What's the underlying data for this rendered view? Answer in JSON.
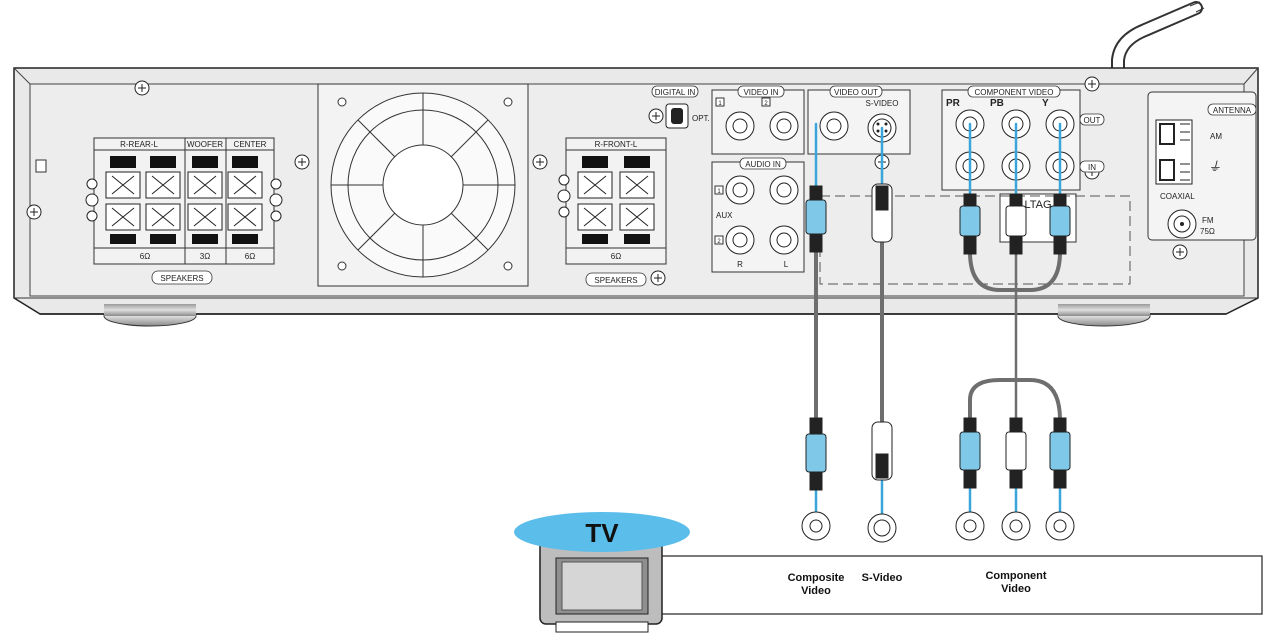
{
  "tv": {
    "label": "TV"
  },
  "connection_labels": {
    "composite": "Composite\nVideo",
    "svideo": "S-Video",
    "component": "Component\nVideo"
  },
  "panel": {
    "speakers": {
      "rear": "R-REAR-L",
      "woofer": "WOOFER",
      "center": "CENTER",
      "front": "R-FRONT-L",
      "section": "SPEAKERS",
      "imp_rear": "6Ω",
      "imp_woofer": "3Ω",
      "imp_center": "6Ω",
      "imp_front": "6Ω"
    },
    "digital_in": "DIGITAL IN",
    "opt": "OPT.",
    "video_in": "VIDEO IN",
    "video_in_1": "1",
    "video_in_2": "2",
    "video_out": "VIDEO OUT",
    "s_video": "S-VIDEO",
    "audio_in": "AUDIO IN",
    "aux": "AUX",
    "aux_1": "1",
    "aux_2": "2",
    "aux_r": "R",
    "aux_l": "L",
    "component_video": "COMPONENT VIDEO",
    "pr": "PR",
    "pb": "PB",
    "y": "Y",
    "out": "OUT",
    "in": "IN",
    "antenna": "ANTENNA",
    "am": "AM",
    "coaxial": "COAXIAL",
    "fm": "FM",
    "fm_ohm": "75Ω",
    "voltage_partial": "LTAG"
  },
  "colors": {
    "cable_blue": "#3aa5d8",
    "plug_blue": "#7fc8e8",
    "tv_ellipse": "#5bbde9",
    "panel_fill": "#ebebeb",
    "cable_gray": "#6e6e6e"
  }
}
